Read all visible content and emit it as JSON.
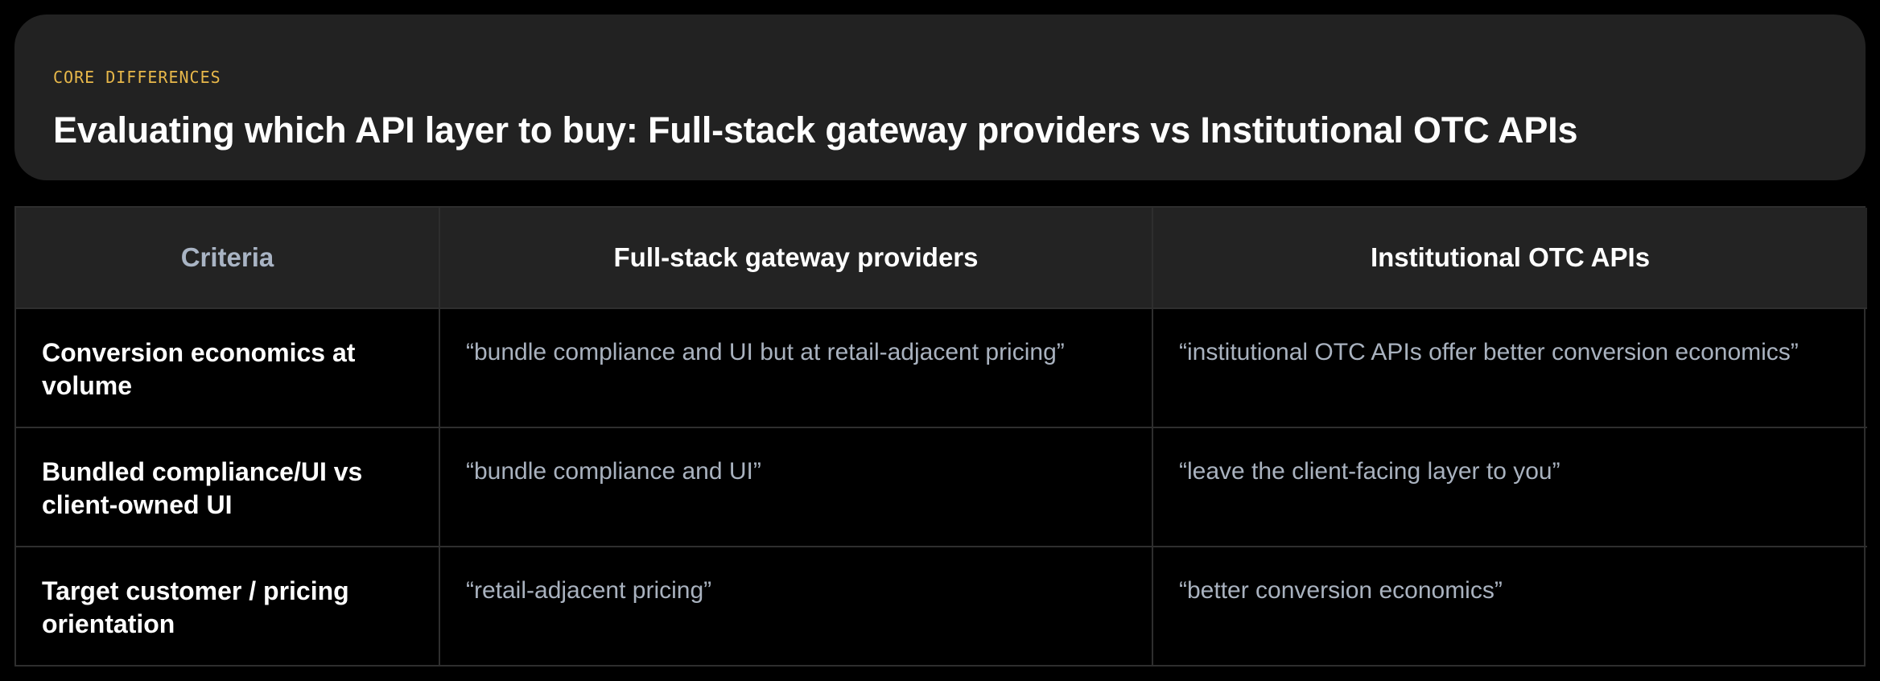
{
  "header": {
    "eyebrow": "CORE DIFFERENCES",
    "title": "Evaluating which API layer to buy: Full-stack gateway providers vs Institutional OTC APIs"
  },
  "table": {
    "columns": [
      "Criteria",
      "Full-stack gateway providers",
      "Institutional OTC APIs"
    ],
    "rows": [
      {
        "criteria": "Conversion economics at volume",
        "full_stack": "“bundle compliance and UI but at retail-adjacent pricing”",
        "otc": "“institutional OTC APIs offer better conversion economics”"
      },
      {
        "criteria": "Bundled compliance/UI vs client-owned UI",
        "full_stack": "“bundle compliance and UI”",
        "otc": "“leave the client-facing layer to you”"
      },
      {
        "criteria": "Target customer / pricing orientation",
        "full_stack": "“retail-adjacent pricing”",
        "otc": "“better conversion economics”"
      }
    ]
  },
  "colors": {
    "background": "#000000",
    "card": "#222222",
    "accent": "#e8b84a",
    "muted_text": "#a9b2bf"
  }
}
